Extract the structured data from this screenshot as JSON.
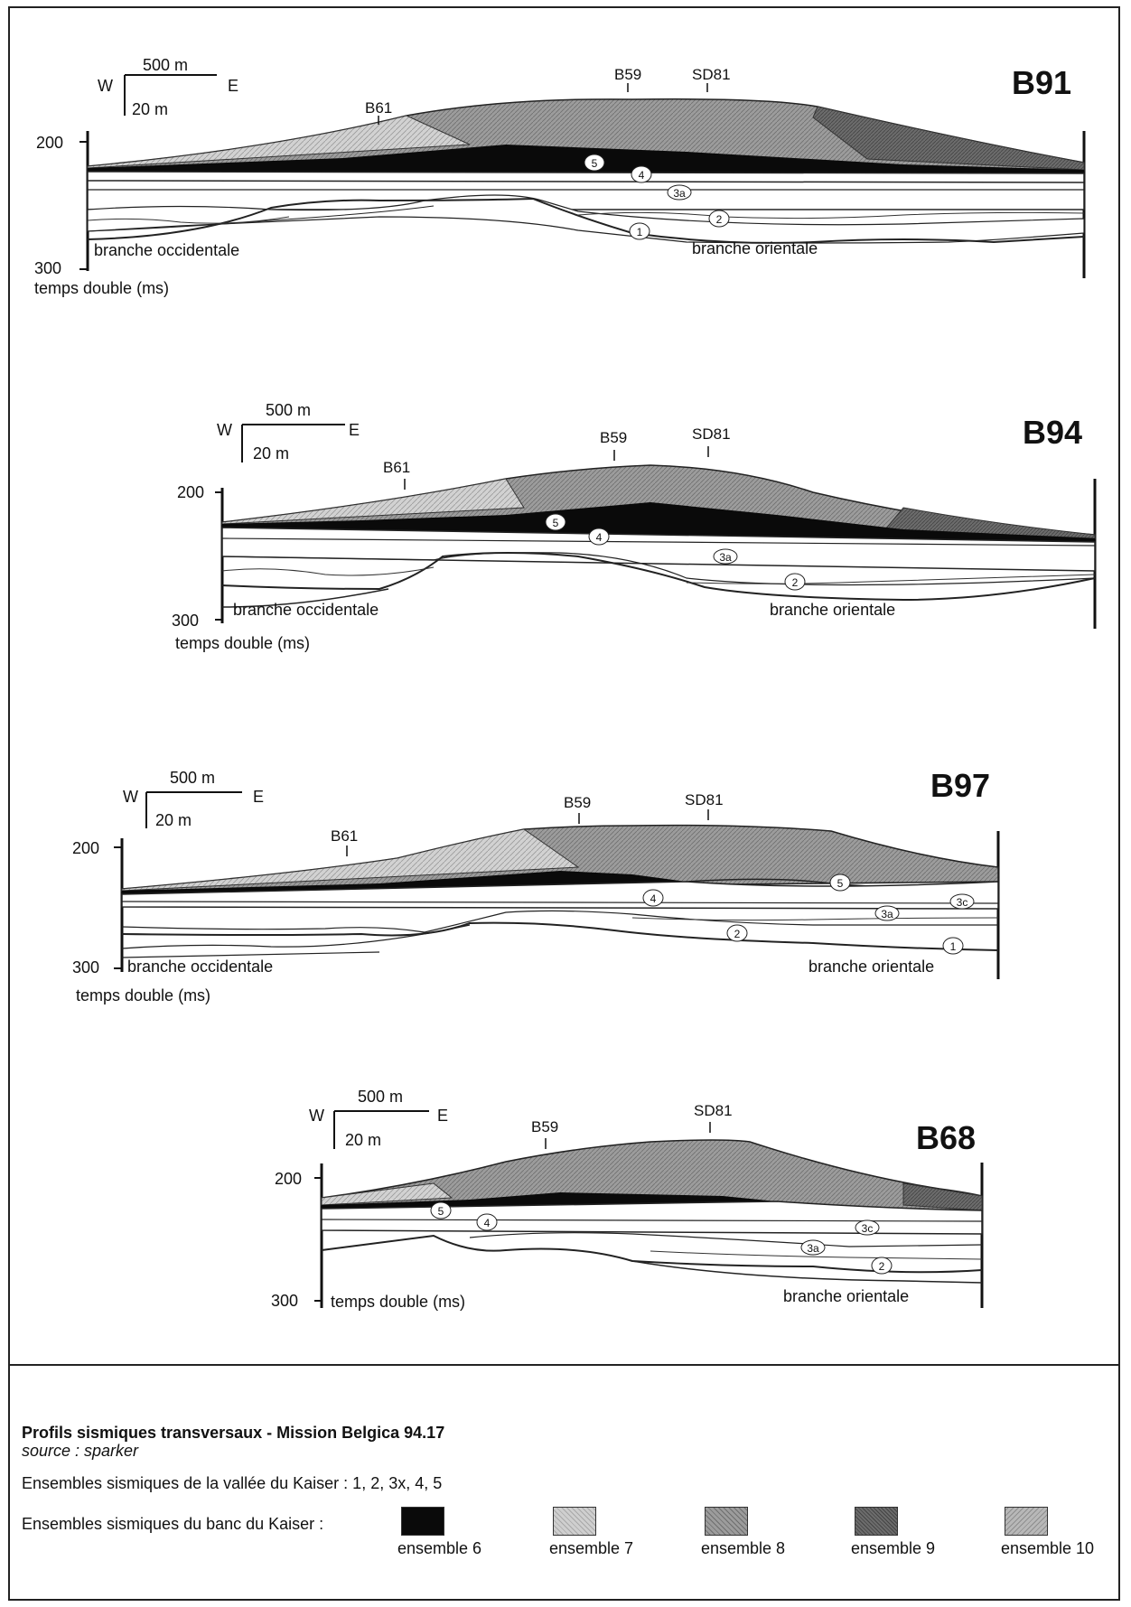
{
  "profiles": [
    {
      "id": "B91",
      "title": "B91",
      "scale_h": "500 m",
      "scale_v": "20 m",
      "dir_w": "W",
      "dir_e": "E",
      "tick_200": "200",
      "tick_300": "300",
      "time_label": "temps double (ms)",
      "branch_west": "branche occidentale",
      "branch_east": "branche orientale",
      "boreholes": [
        "B61",
        "B59",
        "SD81"
      ],
      "units": [
        "5",
        "4",
        "3a",
        "2",
        "1"
      ]
    },
    {
      "id": "B94",
      "title": "B94",
      "scale_h": "500 m",
      "scale_v": "20 m",
      "dir_w": "W",
      "dir_e": "E",
      "tick_200": "200",
      "tick_300": "300",
      "time_label": "temps double (ms)",
      "branch_west": "branche occidentale",
      "branch_east": "branche orientale",
      "boreholes": [
        "B61",
        "B59",
        "SD81"
      ],
      "units": [
        "5",
        "4",
        "3a",
        "2"
      ]
    },
    {
      "id": "B97",
      "title": "B97",
      "scale_h": "500 m",
      "scale_v": "20 m",
      "dir_w": "W",
      "dir_e": "E",
      "tick_200": "200",
      "tick_300": "300",
      "time_label": "temps double (ms)",
      "branch_west": "branche occidentale",
      "branch_east": "branche orientale",
      "boreholes": [
        "B61",
        "B59",
        "SD81"
      ],
      "units": [
        "5",
        "4",
        "3c",
        "3a",
        "2",
        "1"
      ]
    },
    {
      "id": "B68",
      "title": "B68",
      "scale_h": "500 m",
      "scale_v": "20 m",
      "dir_w": "W",
      "dir_e": "E",
      "tick_200": "200",
      "tick_300": "300",
      "time_label": "temps double (ms)",
      "branch_east": "branche orientale",
      "boreholes": [
        "B59",
        "SD81"
      ],
      "units": [
        "5",
        "4",
        "3c",
        "3a",
        "2"
      ]
    }
  ],
  "legend": {
    "title": "Profils sismiques transversaux - Mission Belgica 94.17",
    "subtitle": "source : sparker",
    "valley_line": "Ensembles sismiques de la vallée du Kaiser : 1, 2, 3x, 4, 5",
    "bank_line": "Ensembles sismiques du banc du Kaiser :",
    "swatches": [
      {
        "label": "ensemble 6",
        "color": "#0a0a0a"
      },
      {
        "label": "ensemble 7",
        "color": "#c8c8c8"
      },
      {
        "label": "ensemble 8",
        "color": "#9a9a9a"
      },
      {
        "label": "ensemble 9",
        "color": "#6a6a6a"
      },
      {
        "label": "ensemble 10",
        "color": "#b4b4b4"
      }
    ]
  }
}
